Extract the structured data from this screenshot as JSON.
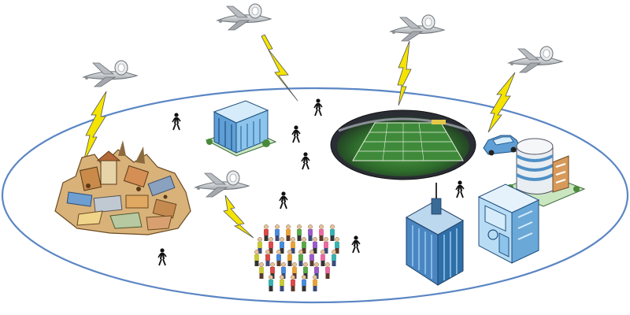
{
  "diagram": {
    "type": "uav-assisted-network-illustration",
    "coverage_area": {
      "shape": "ellipse",
      "outline_color": "#5b86c4",
      "fill_color": "#ffffff"
    },
    "elements": [
      {
        "kind": "uav",
        "name": "uav-top-left-center",
        "icon": "drone-icon"
      },
      {
        "kind": "uav",
        "name": "uav-top-right-center",
        "icon": "drone-icon"
      },
      {
        "kind": "uav",
        "name": "uav-far-left",
        "icon": "drone-icon"
      },
      {
        "kind": "uav",
        "name": "uav-far-right",
        "icon": "drone-icon"
      },
      {
        "kind": "uav",
        "name": "uav-low-center",
        "icon": "drone-icon"
      },
      {
        "kind": "disaster-area",
        "name": "collapsed-buildings-scene",
        "icon": "rubble-icon"
      },
      {
        "kind": "building",
        "name": "office-building-top",
        "icon": "building-icon"
      },
      {
        "kind": "stadium",
        "name": "football-stadium",
        "icon": "stadium-icon"
      },
      {
        "kind": "vehicle",
        "name": "car",
        "icon": "car-icon"
      },
      {
        "kind": "building",
        "name": "round-tower",
        "icon": "building-icon"
      },
      {
        "kind": "building",
        "name": "skyscraper",
        "icon": "skyscraper-icon"
      },
      {
        "kind": "building",
        "name": "shop-building",
        "icon": "building-icon"
      },
      {
        "kind": "crowd",
        "name": "people-crowd",
        "icon": "crowd-icon"
      },
      {
        "kind": "pedestrian",
        "name": "walking-person",
        "icon": "person-icon"
      }
    ],
    "links": {
      "style": "lightning-bolt",
      "color": "#f4e400",
      "stroke": "#555555"
    },
    "colors": {
      "uav_body": "#c9cccf",
      "building_blue": "#6aa8d8",
      "building_dark": "#2f6fa8",
      "field_green": "#3f8a3a",
      "person": "#111111"
    }
  }
}
